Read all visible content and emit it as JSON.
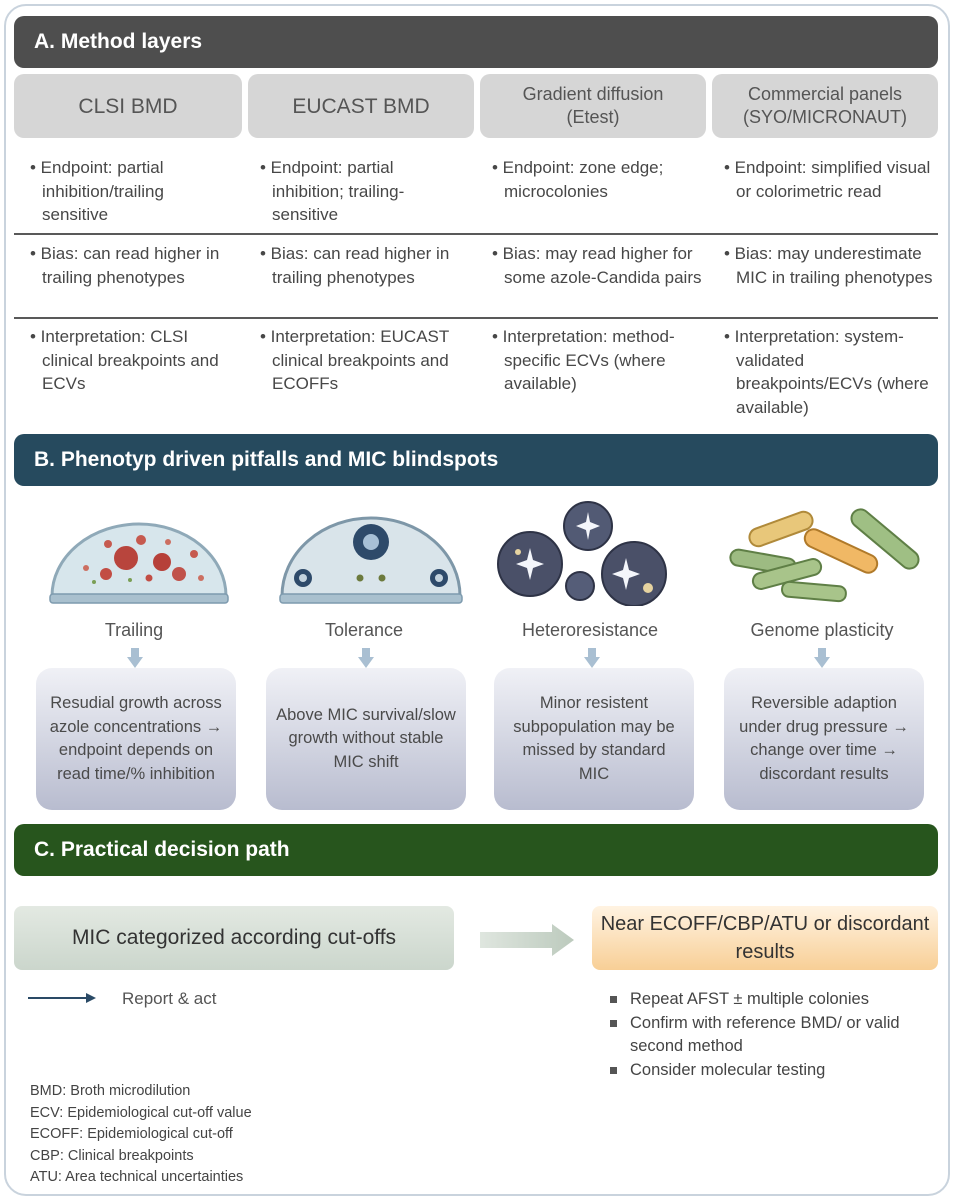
{
  "section_a": {
    "title": "A. Method layers",
    "columns": [
      {
        "header": "CLSI BMD",
        "endpoint": "• Endpoint: partial inhibition/trailing sensitive",
        "bias": "• Bias: can read higher in trailing phenotypes",
        "interpretation": "• Interpretation: CLSI clinical breakpoints and ECVs"
      },
      {
        "header": "EUCAST BMD",
        "endpoint": "• Endpoint: partial inhibition; trailing-sensitive",
        "bias": "• Bias: can read higher in trailing phenotypes",
        "interpretation": "• Interpretation: EUCAST clinical breakpoints and ECOFFs"
      },
      {
        "header": "Gradient diffusion (Etest)",
        "endpoint": "• Endpoint: zone edge; microcolonies",
        "bias": "• Bias: may read higher for some azole-Candida pairs",
        "interpretation": "• Interpretation: method-specific ECVs (where available)"
      },
      {
        "header": "Commercial panels (SYO/MICRONAUT)",
        "endpoint": "• Endpoint: simplified visual or colorimetric read",
        "bias": "• Bias: may underestimate MIC in trailing phenotypes",
        "interpretation": "• Interpretation: system-validated breakpoints/ECVs (where available)"
      }
    ]
  },
  "section_b": {
    "title": "B. Phenotyp driven pitfalls and MIC blindspots",
    "phenotypes": [
      {
        "label": "Trailing",
        "icon": "trailing-plate-icon",
        "description": "Resudial growth across azole concentrations → endpoint depends on read time/% inhibition"
      },
      {
        "label": "Tolerance",
        "icon": "tolerance-plate-icon",
        "description": "Above MIC survival/slow growth without stable MIC shift"
      },
      {
        "label": "Heteroresistance",
        "icon": "heteroresistance-cells-icon",
        "description": "Minor resistent subpopulation may be missed by standard MIC"
      },
      {
        "label": "Genome plasticity",
        "icon": "genome-plasticity-cells-icon",
        "description": "Reversible adaption under drug pressure → change over time → discordant results"
      }
    ]
  },
  "section_c": {
    "title": "C. Practical decision path",
    "mic_box": "MIC categorized according cut-offs",
    "near_box": "Near ECOFF/CBP/ATU or discordant results",
    "report": "Report & act",
    "actions": [
      "Repeat AFST ± multiple colonies",
      "Confirm with reference BMD/ or valid second method",
      "Consider molecular testing"
    ]
  },
  "legend": [
    "BMD: Broth microdilution",
    "ECV: Epidemiological cut-off value",
    "ECOFF: Epidemiological cut-off",
    "CBP: Clinical breakpoints",
    "ATU: Area technical uncertainties"
  ],
  "colors": {
    "section_a": "#4e4e4e",
    "section_b": "#264a5e",
    "section_c": "#27551d",
    "near_box": "#f8cf96",
    "report_arrow": "#2a4a66"
  }
}
